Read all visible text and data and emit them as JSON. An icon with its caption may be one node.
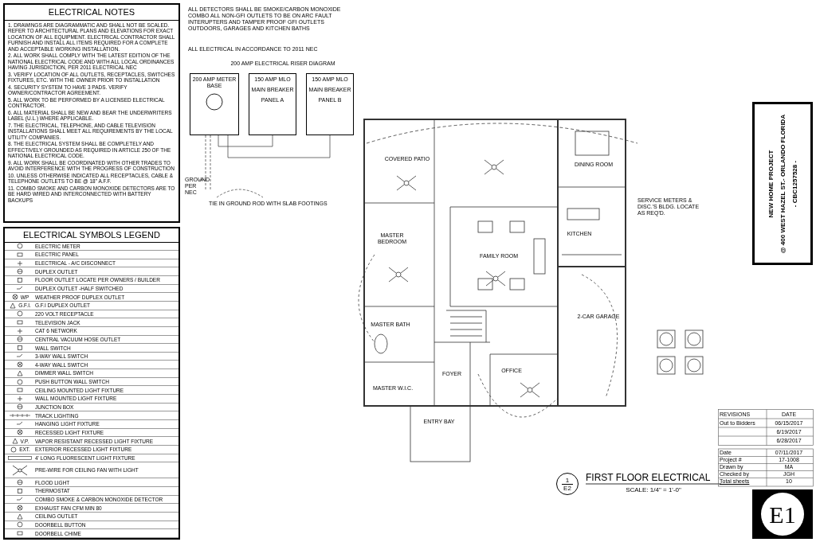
{
  "diagram": {
    "title": "FIRST FLOOR ELECTRICAL",
    "nodes": [
      {
        "text": [
          "ELECTRICAL NOTES",
          "1. DRAWINGS ARE DIAGRAMMATIC AND SHALL NOT BE SCALED. REFER TO ARCHITECTURAL PLANS AND ELEVATIONS FOR EXACT LOCATION OF ALL EQUIPMENT. ELECTRICAL CONTRACTOR SHALL FURNISH AND INSTALL ALL ITEMS REQUIRED FOR A COMPLETE AND ACCEPTABLE WORKING INSTALLATION.",
          "2. ALL WORK SHALL COMPLY WITH THE LATEST EDITION OF THE NATIONAL ELECTRICAL CODE AND WITH ALL LOCAL ORDINANCES HAVING JURISDICTION, PER 2011 ELECTRICAL NEC",
          "3. VERIFY LOCATION OF ALL OUTLETS, RECEPTACLES, SWITCHES FIXTURES, ETC. WITH THE OWNER PRIOR TO INSTALLATION",
          "4. SECURITY SYSTEM TO HAVE 3 PADS. VERIFY OWNER/CONTRACTOR AGREEMENT.",
          "5. ALL WORK TO BE PERFORMED BY A LICENSED ELECTRICAL CONTRACTOR.",
          "6. ALL MATERIAL SHALL BE NEW AND BEAR THE UNDERWRITERS LABEL (U.L.) WHERE APPLICABLE.",
          "7. THE ELECTRICAL, TELEPHONE, AND CABLE TELEVISION INSTALLATIONS SHALL MEET ALL REQUIREMENTS BY THE LOCAL UTILITY COMPANIES.",
          "8. THE ELECTRICAL SYSTEM SHALL BE COMPLETELY AND EFFECTIVELY GROUNDED AS REQUIRED IN ARTICLE 250 OF THE NATIONAL ELECTRICAL CODE.",
          "9. ALL WORK SHALL BE COORDINATED WITH OTHER TRADES TO AVOID INTERFERENCE WITH THE PROGRESS OF CONSTRUCTION",
          "10. UNLESS OTHERWISE INDICATED ALL RECEPTACLES, CABLE & TELEPHONE OUTLETS TO BE @ 18\" A.F.F.",
          "11. COMBO SMOKE AND CARBON MONOXIDE DETECTORS ARE TO BE HARD WIRED AND INTERCONNECTED WITH BATTERY BACKUPS"
        ]
      },
      {
        "text": [
          "200 AMP METER BASE"
        ]
      },
      {
        "text": [
          "150 AMP MLO",
          "MAIN BREAKER",
          "PANEL A"
        ]
      },
      {
        "text": [
          "150 AMP MLO",
          "MAIN BREAKER",
          "PANEL B"
        ]
      },
      {
        "text": [
          "NEW HOME PROJECT",
          "@ 400 WEST HAZEL ST.- ORLANDO FLORIDA",
          "- CBC1257528 -"
        ]
      },
      {
        "text": [
          "E1"
        ]
      },
      {
        "text": [
          "1",
          "E2"
        ]
      }
    ],
    "edges": [
      {
        "from": 1,
        "to": 2,
        "arrow": "none"
      },
      {
        "from": 1,
        "to": 3,
        "arrow": "none"
      }
    ],
    "labels": [
      "ELECTRICAL SYMBOLS LEGEND",
      "WP",
      "G.F.I.",
      "V.P.",
      "EXT.",
      "ALL DETECTORS SHALL BE SMOKE/CARBON MONOXIDE COMBO ALL NON-GFI OUTLETS TO BE ON ARC FAULT INTERUPTERS AND TAMPER PROOF GFI OUTLETS OUTDOORS, GARAGES AND KITCHEN BATHS",
      "ALL ELECTRICAL IN ACCORDANCE TO 2011 NEC",
      "200 AMP ELECTRICAL RISER DIAGRAM",
      "GROUND PER NEC",
      "TIE IN GROUND ROD WITH SLAB FOOTINGS",
      "COVERED PATIO",
      "DINING ROOM",
      "MASTER BEDROOM",
      "FAMILY ROOM",
      "KITCHEN",
      "SERVICE METERS & DISC.'S BLDG. LOCATE AS REQ'D.",
      "2-CAR GARAGE",
      "MASTER BATH",
      "FOYER",
      "OFFICE",
      "MASTER W.I.C.",
      "ENTRY BAY",
      "SCALE: 1/4\" = 1'-0\"",
      "REVISIONS",
      "DATE",
      "Out to Bidders",
      "06/15/2017",
      "6/19/2017",
      "6/28/2017",
      "Date",
      "07/11/2017",
      "Project #",
      "17-1008",
      "Drawn by",
      "MA",
      "Checked by",
      "JGH",
      "Total sheets",
      "10"
    ],
    "legend": [
      {
        "text": "ELECTRIC METER"
      },
      {
        "text": "ELECTRIC PANEL"
      },
      {
        "text": "ELECTRICAL - A/C DISCONNECT"
      },
      {
        "text": "DUPLEX OUTLET"
      },
      {
        "text": "FLOOR OUTLET LOCATE PER OWNERS / BUILDER"
      },
      {
        "text": "DUPLEX OUTLET -HALF SWITCHED"
      },
      {
        "text": "WEATHER PROOF DUPLEX OUTLET"
      },
      {
        "text": "G.F.I DUPLEX OUTLET"
      },
      {
        "text": "220 VOLT RECEPTACLE"
      },
      {
        "text": "TELEVISION JACK"
      },
      {
        "text": "CAT 6 NETWORK"
      },
      {
        "text": "CENTRAL VACUUM HOSE OUTLET"
      },
      {
        "text": "WALL SWITCH"
      },
      {
        "text": "3-WAY WALL SWITCH"
      },
      {
        "text": "4-WAY WALL SWITCH"
      },
      {
        "text": "DIMMER WALL SWITCH"
      },
      {
        "text": "PUSH BUTTON WALL SWITCH"
      },
      {
        "text": "CEILING MOUNTED LIGHT FIXTURE"
      },
      {
        "text": "WALL MOUNTED LIGHT FIXTURE"
      },
      {
        "text": "JUNCTION BOX"
      },
      {
        "text": "TRACK LIGHTING"
      },
      {
        "text": "HANGING LIGHT FIXTURE"
      },
      {
        "text": "RECESSED LIGHT FIXTURE"
      },
      {
        "text": "VAPOR RESISTANT RECESSED LIGHT FIXTURE"
      },
      {
        "text": "EXTERIOR RECESSED LIGHT FIXTURE"
      },
      {
        "text": "4' LONG FLUORESCENT LIGHT FIXTURE"
      },
      {
        "text": "PRE-WIRE FOR CEILING FAN WITH LIGHT"
      },
      {
        "text": "FLOOD LIGHT"
      },
      {
        "text": "THERMOSTAT"
      },
      {
        "text": "COMBO SMOKE & CARBON MONOXIDE DETECTOR"
      },
      {
        "text": "EXHAUST FAN CFM MIN 80"
      },
      {
        "text": "CEILING OUTLET"
      },
      {
        "text": "DOORBELL BUTTON"
      },
      {
        "text": "DOORBELL CHIME"
      }
    ]
  }
}
